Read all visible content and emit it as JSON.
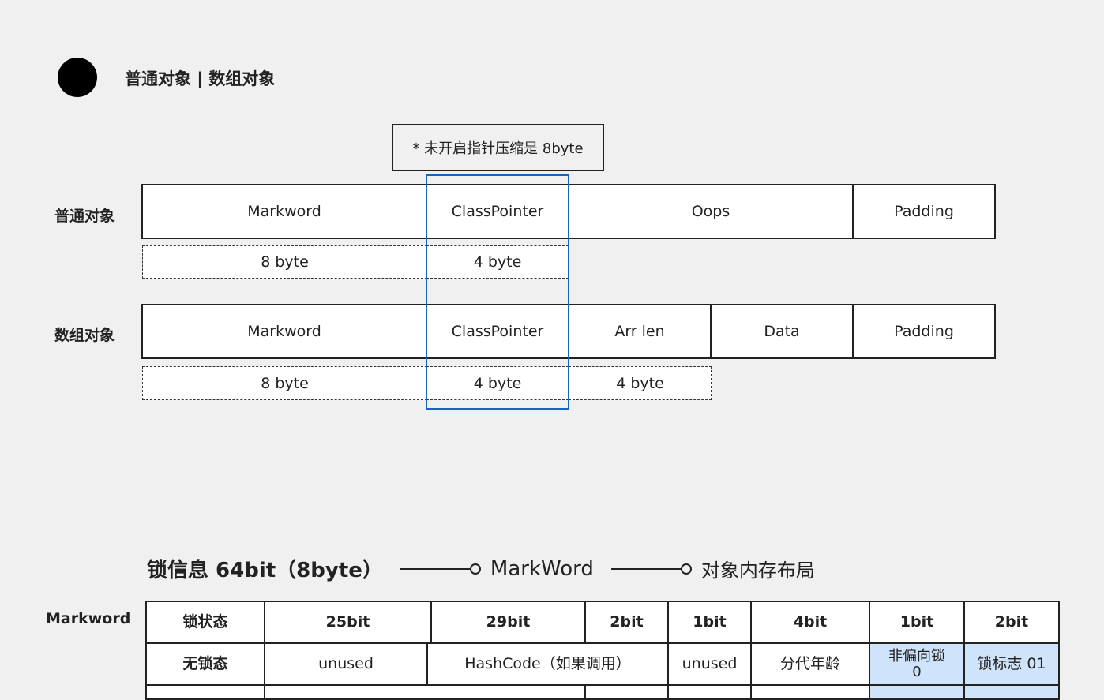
{
  "heading": "普通对象 | 数组对象",
  "note": "* 未开启指针压缩是 8byte",
  "normal_object": {
    "label": "普通对象",
    "fields": [
      "Markword",
      "ClassPointer",
      "Oops",
      "Padding"
    ],
    "sizes": [
      "8 byte",
      "4 byte"
    ]
  },
  "array_object": {
    "label": "数组对象",
    "fields": [
      "Markword",
      "ClassPointer",
      "Arr len",
      "Data",
      "Padding"
    ],
    "sizes": [
      "8 byte",
      "4 byte",
      "4 byte"
    ]
  },
  "lock_line": {
    "title": "锁信息 64bit（8byte）",
    "link1": "MarkWord",
    "link2": "对象内存布局"
  },
  "markword": {
    "label": "Markword",
    "header": [
      "锁状态",
      "25bit",
      "29bit",
      "2bit",
      "1bit",
      "4bit",
      "1bit",
      "2bit"
    ],
    "row1": [
      "无锁态",
      "unused",
      "HashCode（如果调用）",
      "unused",
      "分代年龄",
      "非偏向锁\n0",
      "锁标志 01"
    ]
  },
  "colors": {
    "highlight": "#1565c0",
    "bit_fill": "#cfe3fb"
  }
}
